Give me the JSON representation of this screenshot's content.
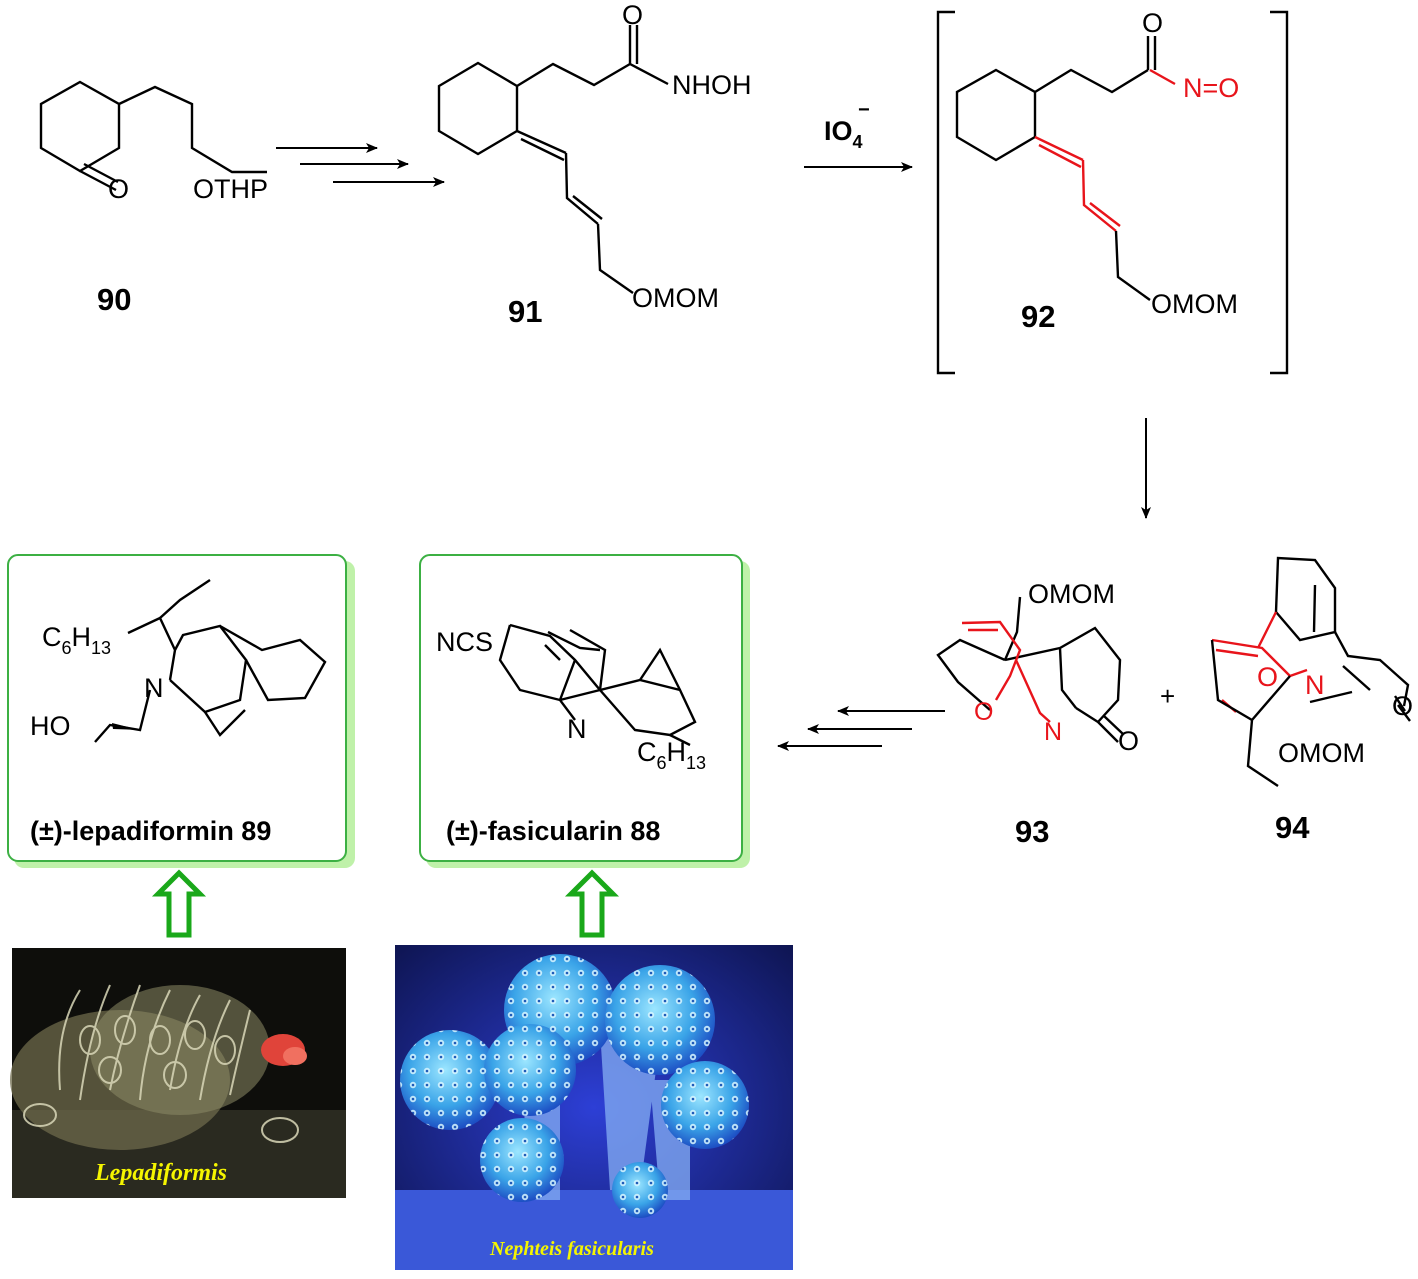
{
  "compounds": {
    "c90": {
      "number": "90",
      "ketone_o": "O",
      "otp": "OTHP"
    },
    "c91": {
      "number": "91",
      "nhoh": "NHOH",
      "carbonyl_o": "O",
      "omom": "OMOM"
    },
    "c92": {
      "number": "92",
      "nitroso": "N=O",
      "carbonyl_o": "O",
      "omom": "OMOM"
    },
    "c93": {
      "number": "93",
      "omom": "OMOM",
      "o": "O",
      "n": "N",
      "carbonyl_o": "O"
    },
    "c94": {
      "number": "94",
      "omom": "OMOM",
      "o": "O",
      "n": "N",
      "carbonyl_o": "O"
    }
  },
  "reagent": {
    "main": "IO",
    "sub": "4",
    "sup": "−"
  },
  "plus": "+",
  "targets": {
    "lepadiformin": {
      "label": "(±)-lepadiformin 89",
      "c": "C",
      "c_sub": "6",
      "h": "H",
      "h_sub": "13",
      "n": "N",
      "ho": "HO"
    },
    "fasicularin": {
      "label": "(±)-fasicularin 88",
      "ncs": "NCS",
      "n": "N",
      "c": "C",
      "c_sub": "6",
      "h": "H",
      "h_sub": "13"
    }
  },
  "photos": {
    "lepadiformis": "Lepadiformis",
    "nephteis": "Nephteis fasicularis"
  },
  "colors": {
    "highlight": "#e8141b",
    "box_border": "#3cb043",
    "box_shadow": "#b8f0a0",
    "hollow_arrow": "#1aa81a"
  }
}
